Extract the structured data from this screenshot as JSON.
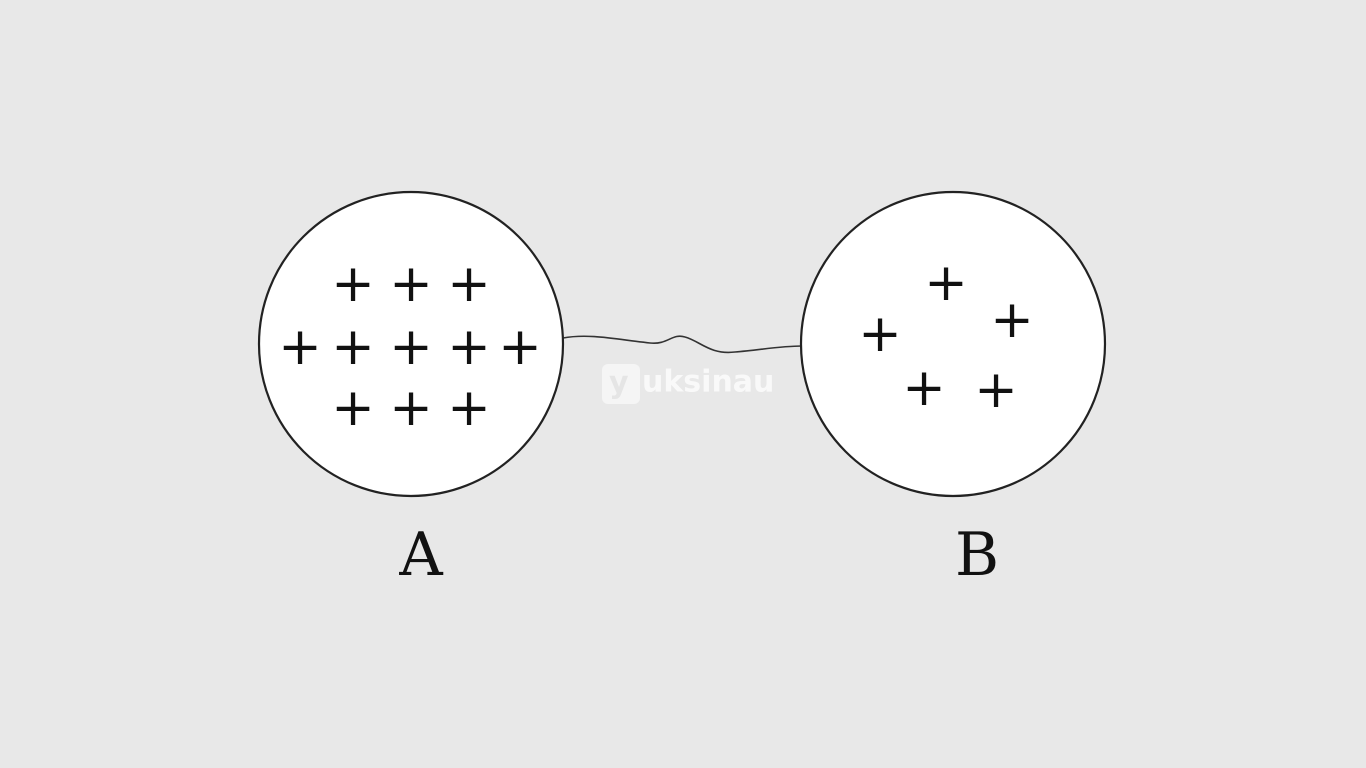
{
  "spheres": [
    {
      "label": "A",
      "charge_symbol": "+",
      "charge_count": 11
    },
    {
      "label": "B",
      "charge_symbol": "+",
      "charge_count": 5
    }
  ],
  "watermark": {
    "prefix": "y",
    "text": "uksinau"
  },
  "colors": {
    "background": "#e8e8e8",
    "sphere_fill": "#ffffff",
    "stroke": "#222222"
  }
}
